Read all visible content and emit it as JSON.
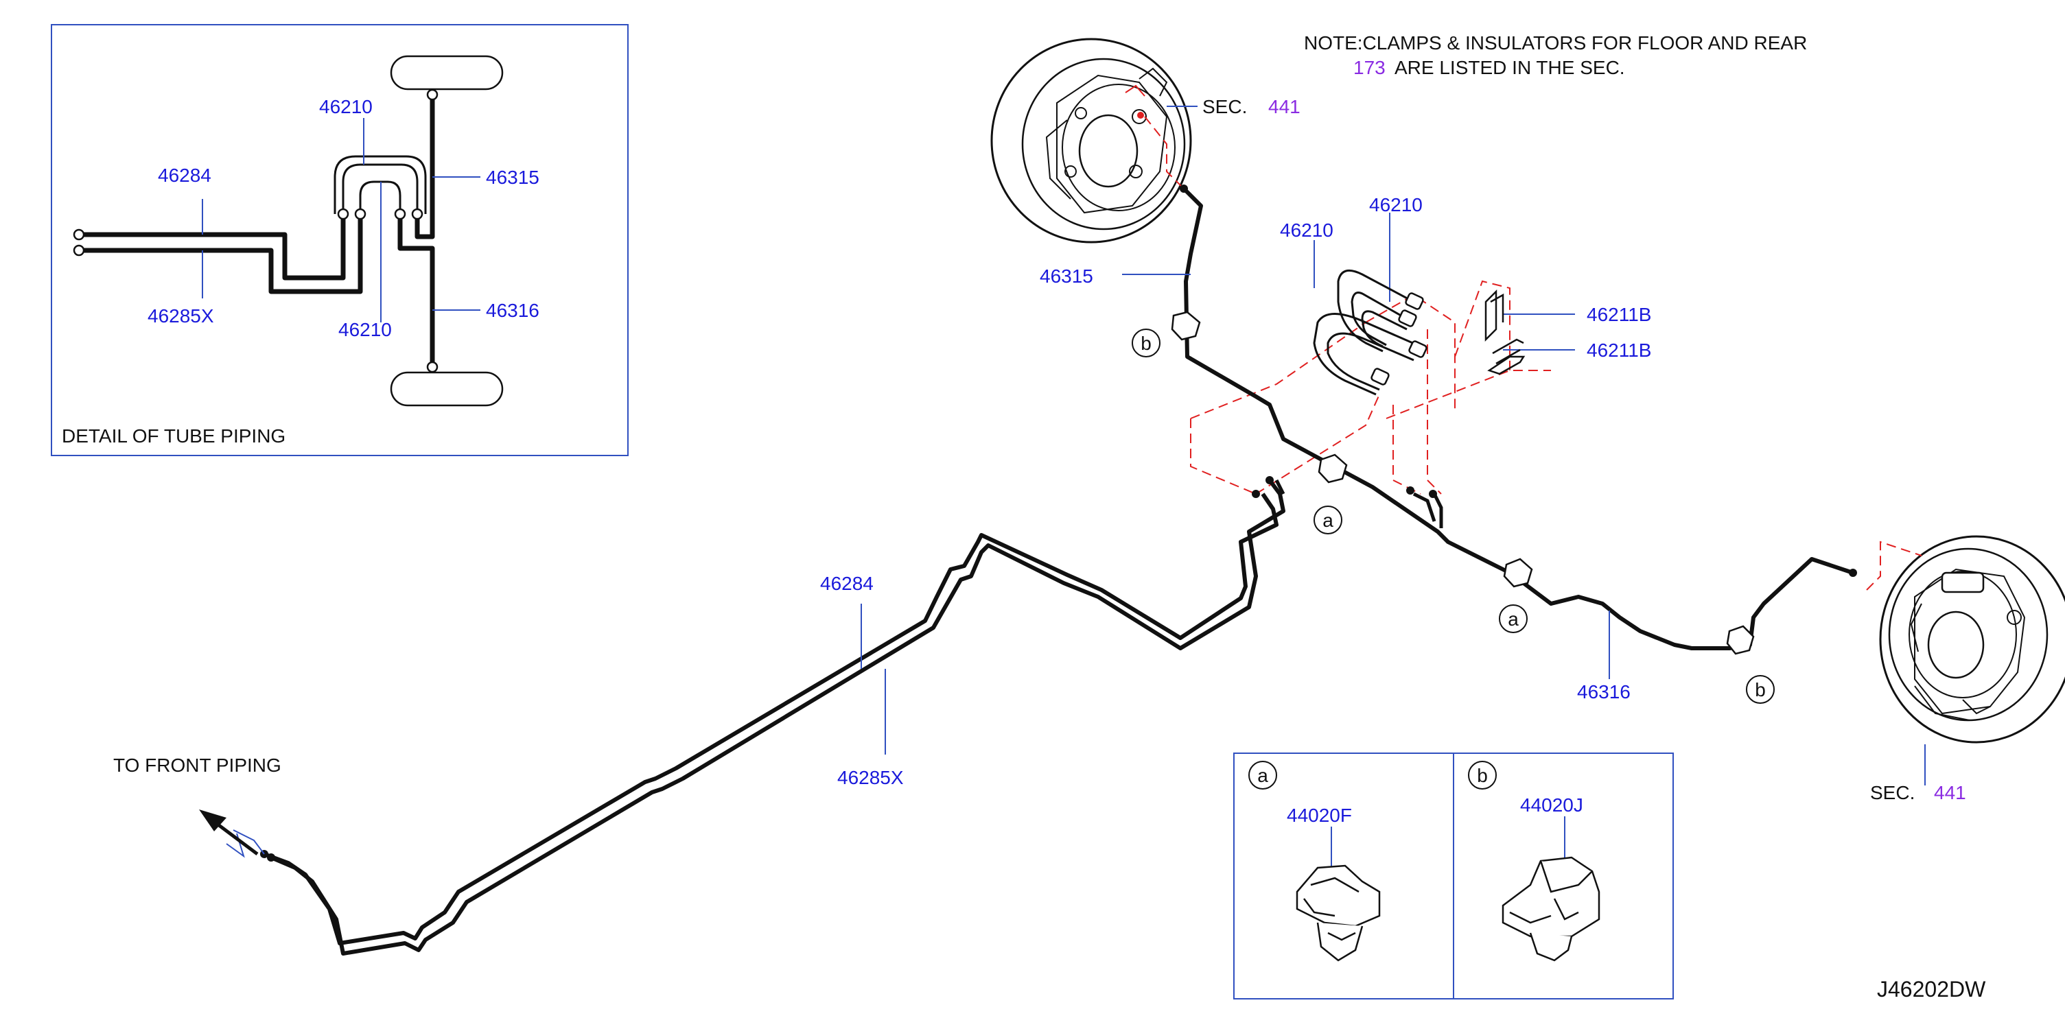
{
  "colors": {
    "part_number": "#1a1adb",
    "section_ref": "#8a2be2",
    "text": "#111111",
    "box_border": "#3050c0",
    "phantom_line": "#e02020",
    "tube": "#111111"
  },
  "note": {
    "line1": "NOTE:CLAMPS  &  INSULATORS  FOR  FLOOR  AND  REAR",
    "line2_num": "173",
    "line2_rest": "ARE  LISTED  IN  THE  SEC."
  },
  "detail_box": {
    "caption": "DETAIL  OF  TUBE  PIPING",
    "labels": {
      "p46210_top": "46210",
      "p46284": "46284",
      "p46315": "46315",
      "p46285x": "46285X",
      "p46210_bottom": "46210",
      "p46316": "46316"
    }
  },
  "main": {
    "labels": {
      "sec_prefix": "SEC.",
      "sec_441_top": "441",
      "p46315": "46315",
      "p46210_a": "46210",
      "p46210_b": "46210",
      "p46211b_1": "46211B",
      "p46211b_2": "46211B",
      "p46284": "46284",
      "p46285x": "46285X",
      "p46316": "46316",
      "sec_441_bottom": "441",
      "to_front": "TO  FRONT  PIPING",
      "diagram_code": "J46202DW"
    },
    "callouts": [
      "b",
      "a",
      "a",
      "b"
    ]
  },
  "clip_box": {
    "left": {
      "tag": "a",
      "part": "44020F"
    },
    "right": {
      "tag": "b",
      "part": "44020J"
    }
  }
}
